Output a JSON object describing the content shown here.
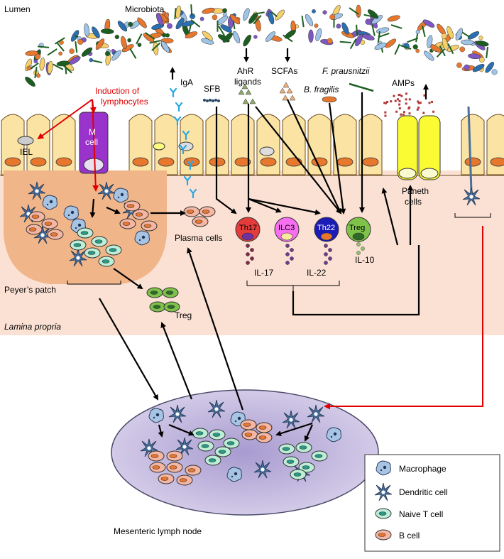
{
  "labels": {
    "lumen": "Lumen",
    "microbiota": "Microbiota",
    "iga": "IgA",
    "sfb": "SFB",
    "ahr_ligands": "AhR\nligands",
    "scfas": "SCFAs",
    "f_prausnitzii": "F. prausnitzii",
    "b_fragilis": "B. fragilis",
    "amps": "AMPs",
    "induction": "Induction of\nlymphocytes",
    "iel": "IEL",
    "m_cell": "M\ncell",
    "paneth": "Paneth\ncells",
    "plasma": "Plasma cells",
    "th17": "Th17",
    "ilc3": "ILC3",
    "th22": "Th22",
    "treg_cell": "Treg",
    "il17": "IL-17",
    "il22": "IL-22",
    "il10": "IL-10",
    "peyers": "Peyer’s patch",
    "treg": "Treg",
    "lamina": "Lamina propria",
    "mln": "Mesenteric lymph node"
  },
  "legend": {
    "items": [
      {
        "label": "Macrophage",
        "icon": "macrophage-icon"
      },
      {
        "label": "Dendritic cell",
        "icon": "dendritic-cell-icon"
      },
      {
        "label": "Naive T cell",
        "icon": "naive-t-cell-icon"
      },
      {
        "label": "B cell",
        "icon": "b-cell-icon"
      }
    ]
  },
  "colors": {
    "lamina": "#fbe1d4",
    "epithelium": "#fbe3a3",
    "nucleus": "#e8772e",
    "peyers": "#f1b58a",
    "mln": "#c7bde0",
    "m_cell": "#9933cc",
    "paneth": "#fbfb33",
    "th17": "#e43b3b",
    "ilc3": "#f76ff0",
    "th22": "#1b1bb8",
    "treg_cell": "#7ec24a",
    "naive_t": "#bdeed7",
    "b_cell": "#f5b6a3",
    "dendritic": "#4a6f9b",
    "red_arrow": "#e00000"
  }
}
